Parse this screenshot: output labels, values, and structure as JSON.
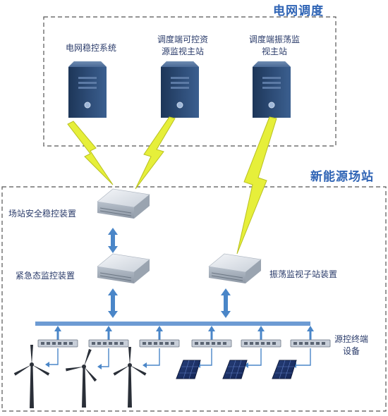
{
  "regions": {
    "grid_dispatch": "电网调度",
    "new_energy_station": "新能源场站"
  },
  "servers": {
    "grid_stability": "电网稳控系统",
    "controllable_resource_line1": "调度端可控资",
    "controllable_resource_line2": "源监视主站",
    "oscillation_master_line1": "调度端振荡监",
    "oscillation_master_line2": "视主站"
  },
  "devices": {
    "station_stability": "场站安全稳控装置",
    "emergency_control": "紧急态监控装置",
    "oscillation_substation": "振荡监视子站装置",
    "terminal_line1": "源控终端",
    "terminal_line2": "设备"
  },
  "icons": {
    "server": "server-tower-icon",
    "appliance": "rack-appliance-icon",
    "rack_unit": "rack-terminal-icon",
    "wind": "wind-turbine-icon",
    "solar": "solar-panel-icon",
    "signal": "lightning-link-icon"
  },
  "colors": {
    "accent_blue": "#2f64b5",
    "arrow_blue": "#4a86c8",
    "lightning": "#e6ef3a",
    "dash_border": "#555555"
  }
}
